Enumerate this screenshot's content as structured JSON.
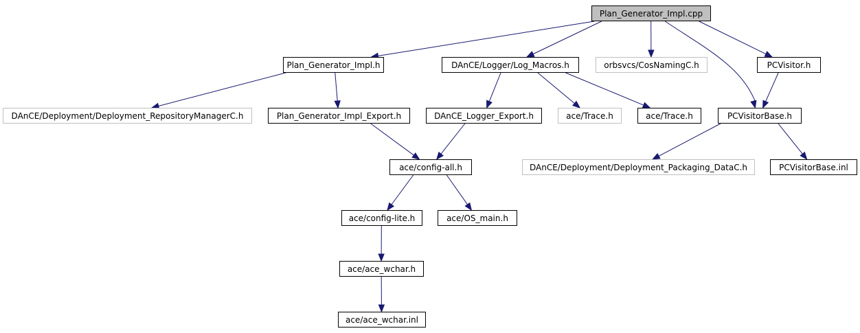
{
  "colors": {
    "background": "#ffffff",
    "edge": "#191970",
    "root_fill": "#bfbfbf",
    "node_border": "#000000",
    "missing_border": "#bfbfbf"
  },
  "nodes": [
    {
      "id": "n0",
      "label": "Plan_Generator_Impl.cpp",
      "kind": "root"
    },
    {
      "id": "n1",
      "label": "Plan_Generator_Impl.h",
      "kind": "normal"
    },
    {
      "id": "n2",
      "label": "DAnCE/Logger/Log_Macros.h",
      "kind": "normal"
    },
    {
      "id": "n3",
      "label": "orbsvcs/CosNamingC.h",
      "kind": "missing"
    },
    {
      "id": "n4",
      "label": "PCVisitor.h",
      "kind": "normal"
    },
    {
      "id": "n5",
      "label": "DAnCE/Deployment/Deployment_RepositoryManagerC.h",
      "kind": "missing"
    },
    {
      "id": "n6",
      "label": "Plan_Generator_Impl_Export.h",
      "kind": "normal"
    },
    {
      "id": "n7",
      "label": "DAnCE_Logger_Export.h",
      "kind": "normal"
    },
    {
      "id": "n8",
      "label": "ace/Trace.h",
      "kind": "missing"
    },
    {
      "id": "n9",
      "label": "ace/Trace.h",
      "kind": "normal"
    },
    {
      "id": "n10",
      "label": "PCVisitorBase.h",
      "kind": "normal"
    },
    {
      "id": "n11",
      "label": "ace/config-all.h",
      "kind": "normal"
    },
    {
      "id": "n12",
      "label": "DAnCE/Deployment/Deployment_Packaging_DataC.h",
      "kind": "missing"
    },
    {
      "id": "n13",
      "label": "PCVisitorBase.inl",
      "kind": "normal"
    },
    {
      "id": "n14",
      "label": "ace/config-lite.h",
      "kind": "normal"
    },
    {
      "id": "n15",
      "label": "ace/OS_main.h",
      "kind": "normal"
    },
    {
      "id": "n16",
      "label": "ace/ace_wchar.h",
      "kind": "normal"
    },
    {
      "id": "n17",
      "label": "ace/ace_wchar.inl",
      "kind": "normal"
    }
  ],
  "edges": [
    {
      "from": "n0",
      "to": "n1"
    },
    {
      "from": "n0",
      "to": "n2"
    },
    {
      "from": "n0",
      "to": "n3"
    },
    {
      "from": "n0",
      "to": "n4"
    },
    {
      "from": "n0",
      "to": "n10"
    },
    {
      "from": "n1",
      "to": "n5"
    },
    {
      "from": "n1",
      "to": "n6"
    },
    {
      "from": "n2",
      "to": "n7"
    },
    {
      "from": "n2",
      "to": "n8"
    },
    {
      "from": "n2",
      "to": "n9"
    },
    {
      "from": "n4",
      "to": "n10"
    },
    {
      "from": "n6",
      "to": "n11"
    },
    {
      "from": "n7",
      "to": "n11"
    },
    {
      "from": "n10",
      "to": "n12"
    },
    {
      "from": "n10",
      "to": "n13"
    },
    {
      "from": "n11",
      "to": "n14"
    },
    {
      "from": "n11",
      "to": "n15"
    },
    {
      "from": "n14",
      "to": "n16"
    },
    {
      "from": "n16",
      "to": "n17"
    }
  ]
}
